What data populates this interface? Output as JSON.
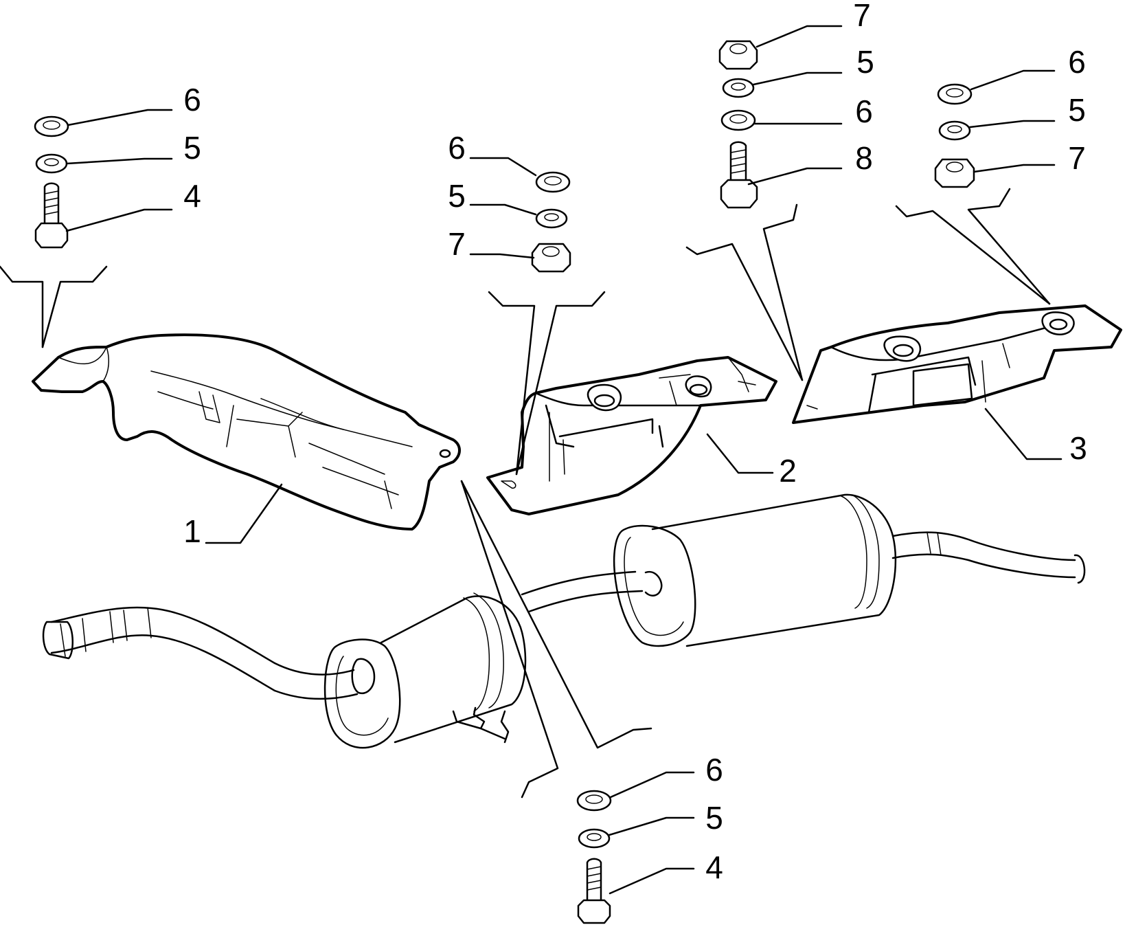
{
  "callouts": [
    {
      "id": "c1",
      "label": "1"
    },
    {
      "id": "c2",
      "label": "2"
    },
    {
      "id": "c3",
      "label": "3"
    },
    {
      "id": "c4a",
      "label": "4"
    },
    {
      "id": "c5a",
      "label": "5"
    },
    {
      "id": "c6a",
      "label": "6"
    },
    {
      "id": "c6b",
      "label": "6"
    },
    {
      "id": "c5b",
      "label": "5"
    },
    {
      "id": "c7b",
      "label": "7"
    },
    {
      "id": "c7c",
      "label": "7"
    },
    {
      "id": "c5c",
      "label": "5"
    },
    {
      "id": "c6c",
      "label": "6"
    },
    {
      "id": "c8c",
      "label": "8"
    },
    {
      "id": "c6d",
      "label": "6"
    },
    {
      "id": "c5d",
      "label": "5"
    },
    {
      "id": "c7d",
      "label": "7"
    },
    {
      "id": "c6e",
      "label": "6"
    },
    {
      "id": "c5e",
      "label": "5"
    },
    {
      "id": "c4e",
      "label": "4"
    }
  ]
}
